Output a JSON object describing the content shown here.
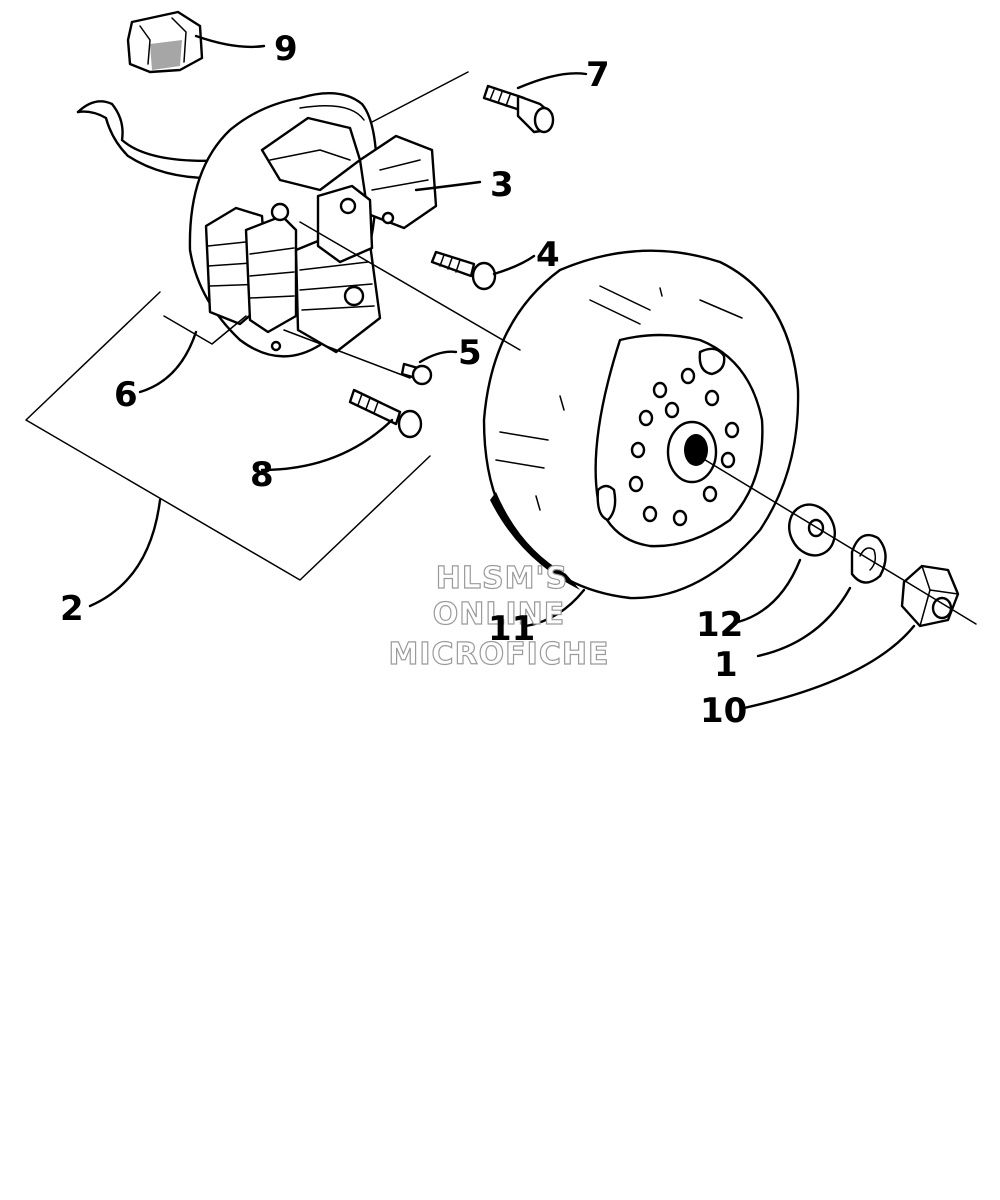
{
  "callouts": {
    "c9": "9",
    "c7": "7",
    "c3": "3",
    "c4": "4",
    "c5": "5",
    "c6": "6",
    "c8": "8",
    "c2": "2",
    "c11": "11",
    "c12": "12",
    "c1": "1",
    "c10": "10"
  },
  "watermark": {
    "line1": "HLSM'S",
    "line2": "ONLINE",
    "line3": "MICROFICHE"
  }
}
